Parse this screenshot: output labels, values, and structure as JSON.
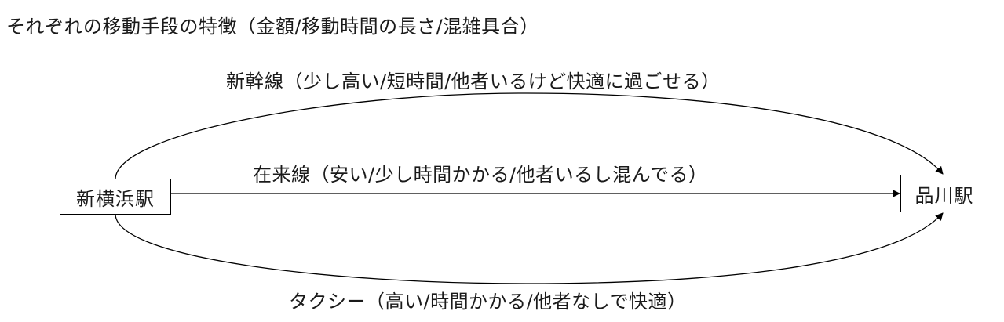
{
  "diagram": {
    "title": "それぞれの移動手段の特徴（金額/移動時間の長さ/混雑具合）",
    "nodes": {
      "origin": {
        "label": "新横浜駅"
      },
      "destination": {
        "label": "品川駅"
      }
    },
    "edges": [
      {
        "id": "shinkansen",
        "label": "新幹線（少し高い/短時間/他者いるけど快適に過ごせる）",
        "from": "新横浜駅",
        "to": "品川駅",
        "shape": "upper-arc"
      },
      {
        "id": "zairaisen",
        "label": "在来線（安い/少し時間かかる/他者いるし混んでる）",
        "from": "新横浜駅",
        "to": "品川駅",
        "shape": "straight"
      },
      {
        "id": "taxi",
        "label": "タクシー（高い/時間かかる/他者なしで快適）",
        "from": "新横浜駅",
        "to": "品川駅",
        "shape": "lower-arc"
      }
    ],
    "colors": {
      "line": "#000000",
      "text": "#1a1a1a",
      "background": "#ffffff"
    }
  }
}
